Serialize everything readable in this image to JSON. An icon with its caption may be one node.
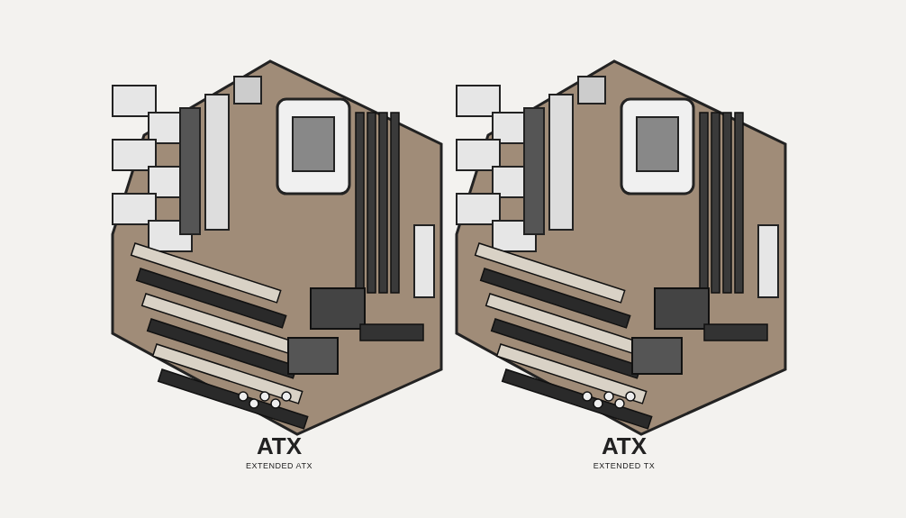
{
  "diagram": {
    "labels": [
      "ATX",
      "EXTENDED ATX",
      "ATX",
      "EXTENDED TX"
    ]
  }
}
